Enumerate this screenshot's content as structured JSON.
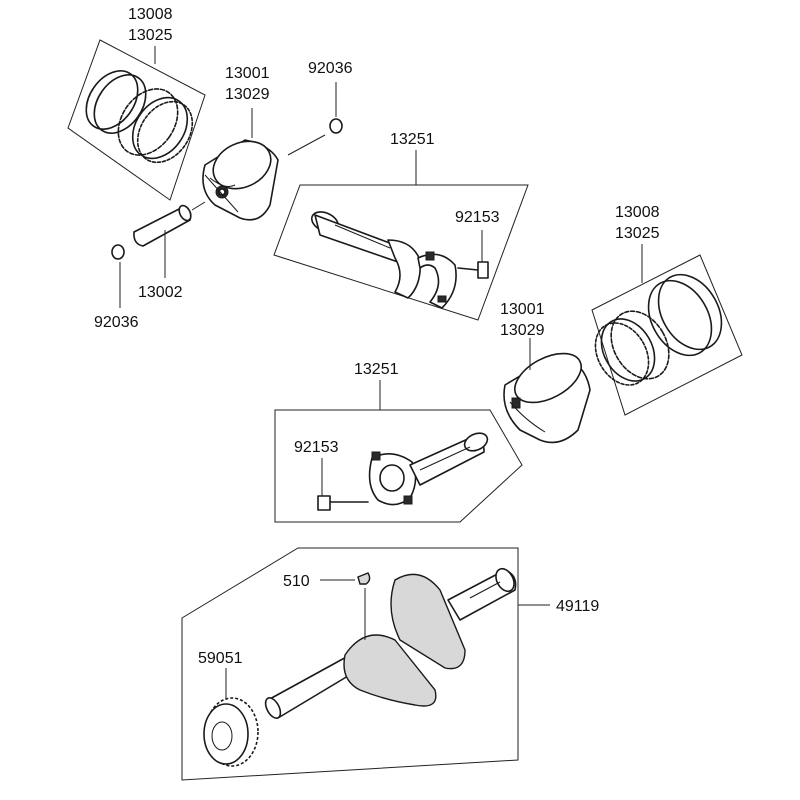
{
  "labels": {
    "rings_top_a": "13008",
    "rings_top_b": "13025",
    "piston_top_a": "13001",
    "piston_top_b": "13029",
    "circlip_top": "92036",
    "rod_top": "13251",
    "bolt_top": "92153",
    "pin": "13002",
    "circlip_bottom": "92036",
    "rings_right_a": "13008",
    "rings_right_b": "13025",
    "piston_right_a": "13001",
    "piston_right_b": "13029",
    "rod_bottom": "13251",
    "bolt_bottom": "92153",
    "key": "510",
    "crankshaft": "49119",
    "gear": "59051"
  }
}
